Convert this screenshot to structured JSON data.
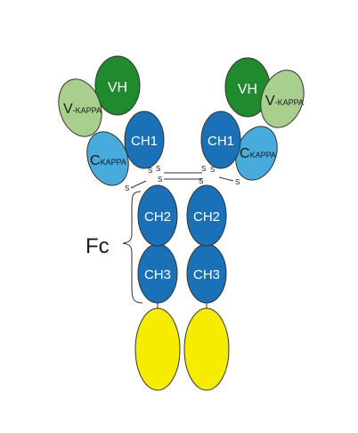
{
  "labels": {
    "vh": "VH",
    "ch1": "CH1",
    "ch2": "CH2",
    "ch3": "CH3",
    "v_prefix": "V",
    "v_suffix": "-KAPPA",
    "c_prefix": "C",
    "c_suffix": "KAPPA",
    "fc": "Fc",
    "disulfide": "S"
  },
  "colors": {
    "vh": "#1f8a2e",
    "v_kappa": "#a8cf8e",
    "c_kappa": "#49abdb",
    "heavy_chain": "#1a71b7",
    "fc_tail": "#f5ec00"
  }
}
